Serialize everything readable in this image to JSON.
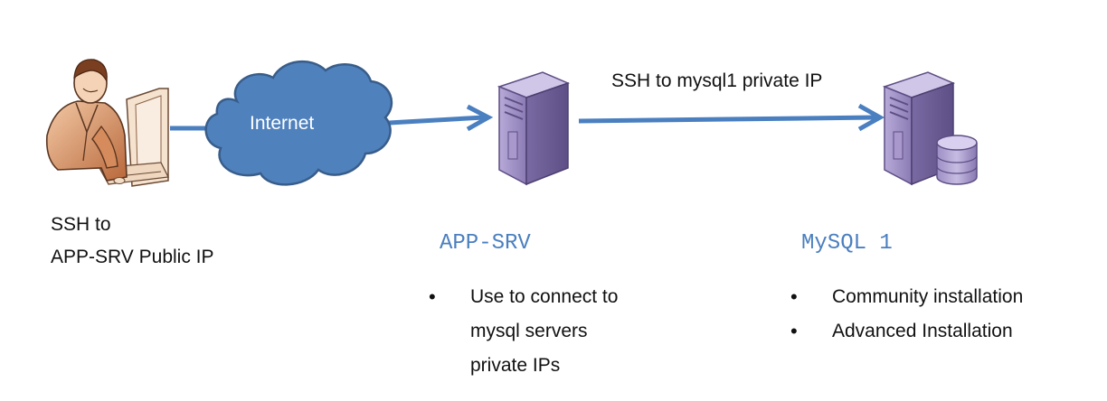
{
  "user": {
    "caption_line1": "SSH to",
    "caption_line2": "APP-SRV Public IP"
  },
  "cloud": {
    "label": "Internet"
  },
  "connection": {
    "label": "SSH to mysql1 private IP"
  },
  "app_server": {
    "name": "APP-SRV",
    "bullets": [
      {
        "line1": "Use to connect to",
        "line2": "mysql servers",
        "line3": "private IPs"
      }
    ]
  },
  "db_server": {
    "name": "MySQL 1",
    "bullets": [
      "Community installation",
      "Advanced Installation"
    ]
  },
  "colors": {
    "arrow": "#4a7fc0",
    "cloud": "#4f81bd",
    "server_purple": "#8a7bb0",
    "server_light": "#c9bfe3",
    "label_blue": "#4a7fc0"
  },
  "icons": [
    "user-at-computer-icon",
    "internet-cloud-icon",
    "server-tower-icon",
    "database-server-icon"
  ]
}
